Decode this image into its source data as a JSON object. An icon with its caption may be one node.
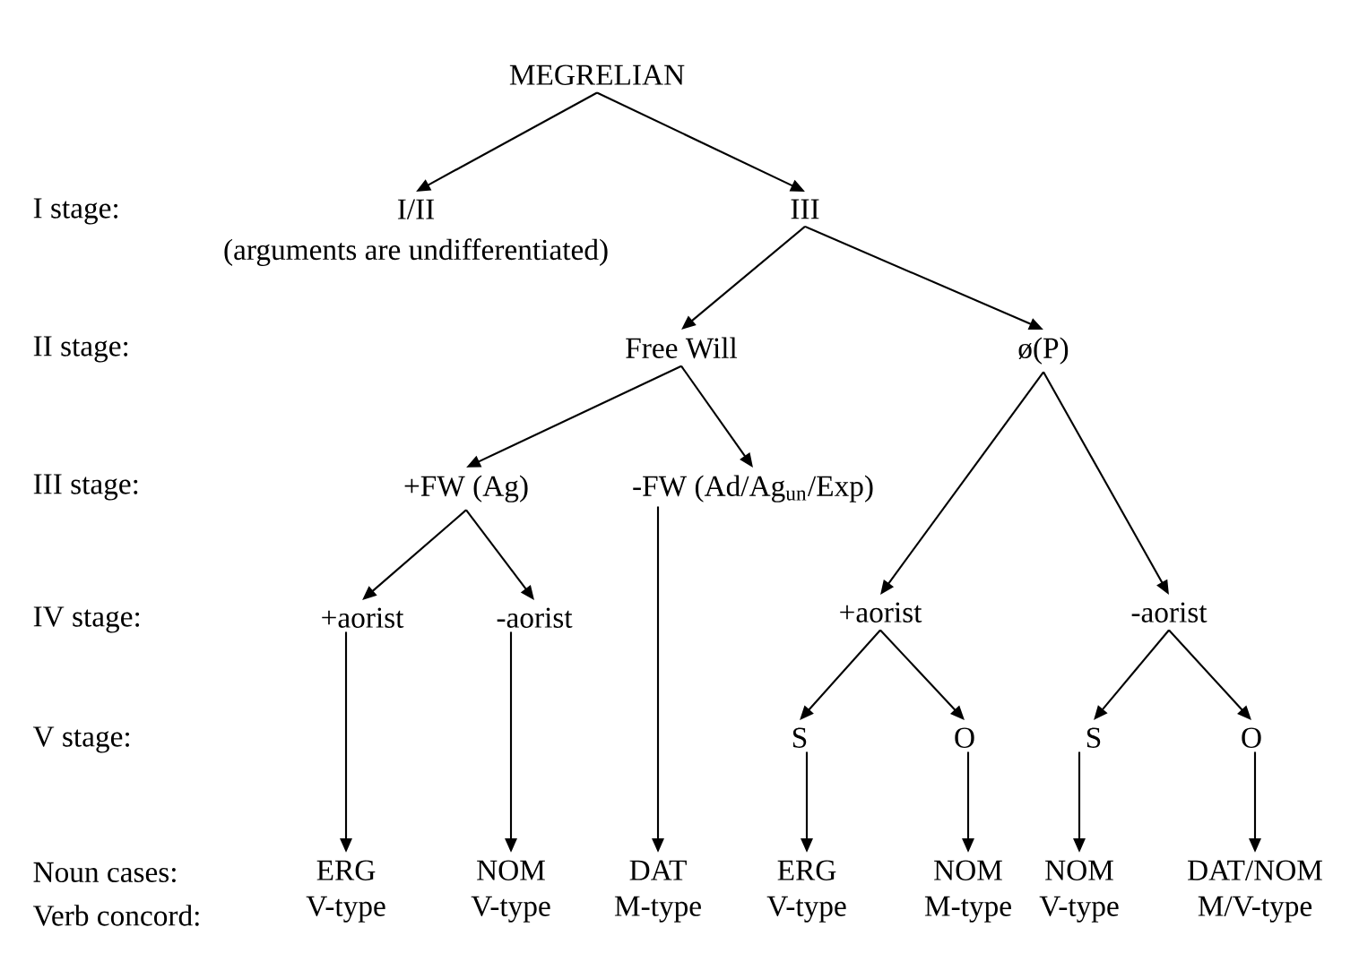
{
  "diagram": {
    "nodes": [
      {
        "text": [
          "MEGRELIAN"
        ]
      },
      {
        "text": [
          "I/II",
          "(arguments are undifferentiated)"
        ]
      },
      {
        "text": [
          "III"
        ]
      },
      {
        "text": [
          "Free Will"
        ]
      },
      {
        "text": [
          "ø(P)"
        ]
      },
      {
        "text": [
          "+FW (Ag)"
        ]
      },
      {
        "text": [
          "-FW (Ad/Ag$_{un}$/Exp)"
        ]
      },
      {
        "text": [
          "+aorist"
        ]
      },
      {
        "text": [
          "-aorist"
        ]
      },
      {
        "text": [
          "+aorist"
        ]
      },
      {
        "text": [
          "-aorist"
        ]
      },
      {
        "text": [
          "S"
        ]
      },
      {
        "text": [
          "O"
        ]
      },
      {
        "text": [
          "S"
        ]
      },
      {
        "text": [
          "O"
        ]
      },
      {
        "text": [
          "ERG",
          "V-type"
        ]
      },
      {
        "text": [
          "NOM",
          "V-type"
        ]
      },
      {
        "text": [
          "DAT",
          "M-type"
        ]
      },
      {
        "text": [
          "ERG",
          "V-type"
        ]
      },
      {
        "text": [
          "NOM",
          "M-type"
        ]
      },
      {
        "text": [
          "NOM",
          "V-type"
        ]
      },
      {
        "text": [
          "DAT/NOM",
          "M/V-type"
        ]
      }
    ],
    "edges": [
      {
        "from": 0,
        "to": 1,
        "arrow": "to"
      },
      {
        "from": 0,
        "to": 2,
        "arrow": "to"
      },
      {
        "from": 2,
        "to": 3,
        "arrow": "to"
      },
      {
        "from": 2,
        "to": 4,
        "arrow": "to"
      },
      {
        "from": 3,
        "to": 5,
        "arrow": "to"
      },
      {
        "from": 3,
        "to": 6,
        "arrow": "to"
      },
      {
        "from": 4,
        "to": 9,
        "arrow": "to"
      },
      {
        "from": 4,
        "to": 10,
        "arrow": "to"
      },
      {
        "from": 5,
        "to": 7,
        "arrow": "to"
      },
      {
        "from": 5,
        "to": 8,
        "arrow": "to"
      },
      {
        "from": 7,
        "to": 15,
        "arrow": "to"
      },
      {
        "from": 8,
        "to": 16,
        "arrow": "to"
      },
      {
        "from": 6,
        "to": 17,
        "arrow": "to"
      },
      {
        "from": 9,
        "to": 11,
        "arrow": "to"
      },
      {
        "from": 9,
        "to": 12,
        "arrow": "to"
      },
      {
        "from": 10,
        "to": 13,
        "arrow": "to"
      },
      {
        "from": 10,
        "to": 14,
        "arrow": "to"
      },
      {
        "from": 11,
        "to": 18,
        "arrow": "to"
      },
      {
        "from": 12,
        "to": 19,
        "arrow": "to"
      },
      {
        "from": 13,
        "to": 20,
        "arrow": "to"
      },
      {
        "from": 14,
        "to": 21,
        "arrow": "to"
      }
    ],
    "labels": [
      "I stage:",
      "II stage:",
      "III stage:",
      "IV stage:",
      "V stage:",
      "Noun cases:",
      "Verb concord:"
    ]
  }
}
